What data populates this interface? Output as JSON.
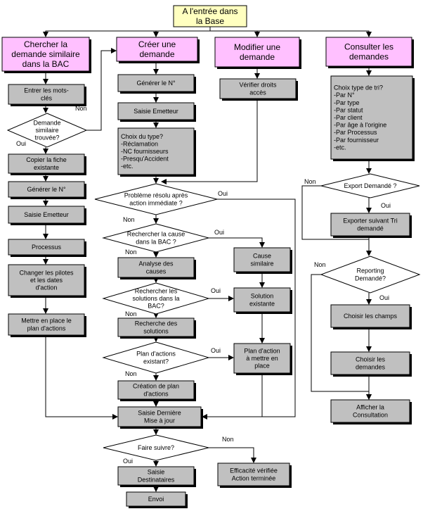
{
  "start": [
    "A l'entrée dans",
    "la Base"
  ],
  "headers": {
    "search": [
      "Chercher la",
      "demande similaire",
      "dans la BAC"
    ],
    "create": [
      "Créer une",
      "demande"
    ],
    "modify": [
      "Modifier une",
      "demande"
    ],
    "consult": [
      "Consulter les",
      "demandes"
    ]
  },
  "left_col": {
    "keywords": [
      "Entrer les mots-",
      "clés"
    ],
    "similar_found": [
      "Demande",
      "similaire",
      "trouvée?"
    ],
    "copy": [
      "Copier la fiche",
      "existante"
    ],
    "gen": "Générer  le N°",
    "emitter": "Saisie Emetteur",
    "process": "Processus",
    "change": [
      "Changer les pilotes",
      "et les dates",
      "d'action"
    ],
    "plan": [
      "Mettre en place le",
      "plan d'actions"
    ]
  },
  "mid_col": {
    "gen": "Générer  le N°",
    "emitter": "Saisie Emetteur",
    "type_choice": [
      "Choix du type?",
      "-Réclamation",
      "-NC fournisseurs",
      "-Presqu'Accident",
      "-etc."
    ],
    "resolved": [
      "Problème résolu après",
      "action immédiate ?"
    ],
    "search_cause": [
      "Rechercher la cause",
      "dans la BAC ?"
    ],
    "analyse": [
      "Analyse des",
      "causes"
    ],
    "search_solutions": [
      "Rechercher les",
      "solutions dans la",
      "BAC?"
    ],
    "research": [
      "Recherche des",
      "solutions"
    ],
    "plan_exists": [
      "Plan d'actions",
      "existant?"
    ],
    "create_plan": [
      "Création de plan",
      "d'actions"
    ],
    "last_entry": [
      "Saisie Dernière",
      "Mise à jour"
    ],
    "follow": "Faire suivre?",
    "recipients": [
      "Saisie",
      "Destinataires"
    ],
    "send": "Envoi"
  },
  "right_mid": {
    "cause": [
      "Cause",
      "similaire"
    ],
    "solution": [
      "Solution",
      "existante"
    ],
    "action_plan": [
      "Plan d'action",
      "à mettre en",
      "place"
    ],
    "efficacy": [
      "Efficacité vérifiée",
      "Action terminée"
    ]
  },
  "modify_col": {
    "check": [
      "Vérifier droits",
      "accès"
    ]
  },
  "consult_col": {
    "sort": [
      "Choix type de tri?",
      "-Par N°",
      "-Par type",
      "-Par statut",
      "-Par client",
      "-Par âge à l'origine",
      "-Par Processus",
      "-Par fournisseur",
      "-etc."
    ],
    "export_q": "Export Demandé ?",
    "export": [
      "Exporter suivant Tri",
      "demandé"
    ],
    "reporting": [
      "Reporting",
      "Demandé?"
    ],
    "fields": "Choisir les champs",
    "choose": [
      "Choisir les",
      "demandes"
    ],
    "display": [
      "Afficher la",
      "Consultation"
    ]
  },
  "labels": {
    "oui": "Oui",
    "non": "Non"
  },
  "colors": {
    "start_fill": "#ffffc0",
    "header_fill": "#ffc0ff",
    "box_fill": "#c0c0c0",
    "stroke": "#000000"
  }
}
